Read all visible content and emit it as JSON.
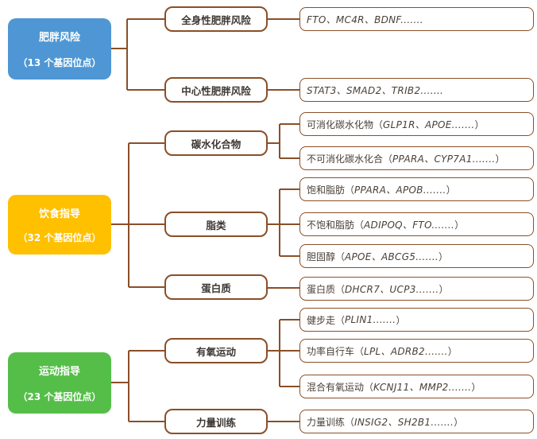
{
  "palette": {
    "root_blue": "#4e97d4",
    "root_yellow": "#ffc000",
    "root_green": "#55be49",
    "connector_brown": "#8a4f28",
    "box_border_brown": "#8a4f28",
    "mid_text": "#3d3733",
    "leaf_text": "#4a4038"
  },
  "roots": [
    {
      "title": "肥胖风险",
      "subtitle": "（13 个基因位点）"
    },
    {
      "title": "饮食指导",
      "subtitle": "（32 个基因位点）"
    },
    {
      "title": "运动指导",
      "subtitle": "（23 个基因位点）"
    }
  ],
  "mid": [
    {
      "label": "全身性肥胖风险"
    },
    {
      "label": "中心性肥胖风险"
    },
    {
      "label": "碳水化合物"
    },
    {
      "label": "脂类"
    },
    {
      "label": "蛋白质"
    },
    {
      "label": "有氧运动"
    },
    {
      "label": "力量训练"
    }
  ],
  "leaves": [
    {
      "prefix": "",
      "genes": "FTO、MC4R、BDNF.......",
      "suffix": ""
    },
    {
      "prefix": "",
      "genes": "STAT3、SMAD2、TRIB2.......",
      "suffix": ""
    },
    {
      "prefix": "可消化碳水化物（",
      "genes": "GLP1R、APOE.......",
      "suffix": "）"
    },
    {
      "prefix": "不可消化碳水化合（",
      "genes": "PPARA、CYP7A1.......",
      "suffix": "）"
    },
    {
      "prefix": "饱和脂肪（",
      "genes": "PPARA、APOB.......",
      "suffix": "）"
    },
    {
      "prefix": "不饱和脂肪（",
      "genes": "ADIPOQ、FTO.......",
      "suffix": "）"
    },
    {
      "prefix": "胆固醇（",
      "genes": "APOE、ABCG5.......",
      "suffix": "）"
    },
    {
      "prefix": "蛋白质（",
      "genes": "DHCR7、UCP3.......",
      "suffix": "）"
    },
    {
      "prefix": "健步走（",
      "genes": "PLIN1.......",
      "suffix": "）"
    },
    {
      "prefix": "功率自行车（",
      "genes": "LPL、ADRB2.......",
      "suffix": "）"
    },
    {
      "prefix": "混合有氧运动（",
      "genes": "KCNJ11、MMP2.......",
      "suffix": "）"
    },
    {
      "prefix": "力量训练（",
      "genes": "INSIG2、SH2B1.......",
      "suffix": "）"
    }
  ]
}
